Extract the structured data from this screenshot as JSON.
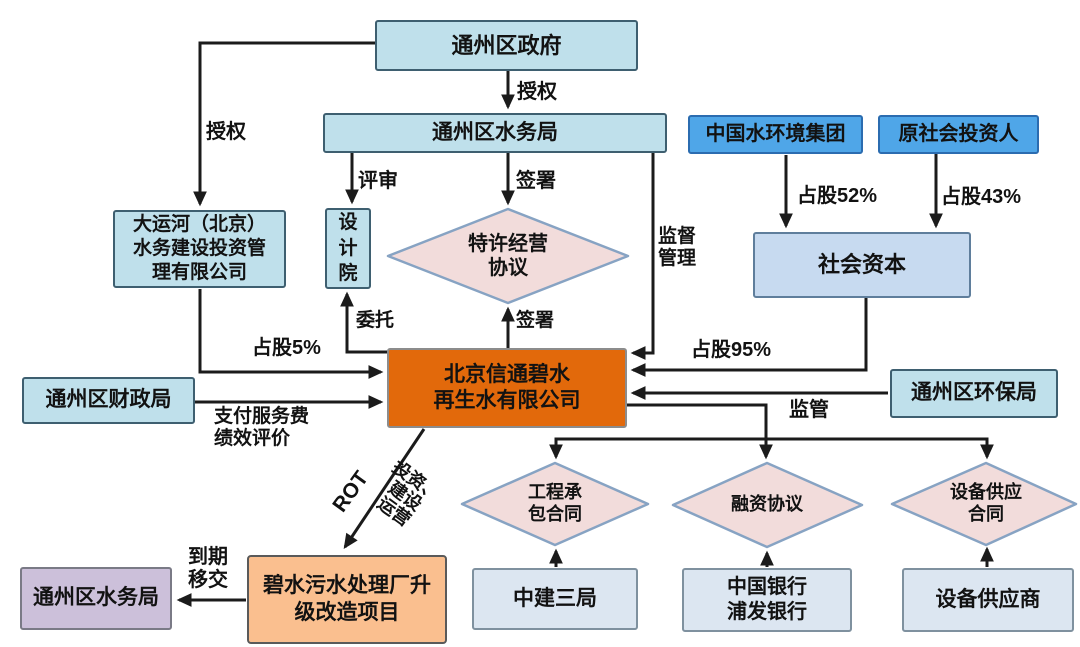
{
  "nodes": {
    "gov": {
      "label": "通州区政府"
    },
    "water_bureau": {
      "label": "通州区水务局"
    },
    "canal": {
      "label": "大运河（北京）\n水务建设投资管\n理有限公司"
    },
    "design": {
      "label": "设\n计\n院"
    },
    "cwe": {
      "label": "中国水环境集团"
    },
    "investor": {
      "label": "原社会投资人"
    },
    "social": {
      "label": "社会资本"
    },
    "spv": {
      "label": "北京信通碧水\n再生水有限公司"
    },
    "finance": {
      "label": "通州区财政局"
    },
    "epb": {
      "label": "通州区环保局"
    },
    "franchise": {
      "label": "特许经营\n协议"
    },
    "epc": {
      "label": "工程承\n包合同"
    },
    "loan": {
      "label": "融资协议"
    },
    "supply": {
      "label": "设备供应\n合同"
    },
    "ccteb": {
      "label": "中建三局"
    },
    "banks": {
      "label": "中国银行\n浦发银行"
    },
    "supplier": {
      "label": "设备供应商"
    },
    "bishui": {
      "label": "碧水污水处理厂升\n级改造项目"
    },
    "water_bureau2": {
      "label": "通州区水务局"
    }
  },
  "labels": {
    "authorize_left": "授权",
    "authorize_mid": "授权",
    "review": "评审",
    "sign_top": "签署",
    "supervise": "监督\n管理",
    "entrust": "委托",
    "share5": "占股5%",
    "pay_fee": "支付服务费\n绩效评价",
    "sign_bottom": "签署",
    "share52": "占股52%",
    "share43": "占股43%",
    "share95": "占股95%",
    "regulate": "监管",
    "rot": "ROT",
    "invest": "投资、\n建设\n运营",
    "transfer": "到期\n移交"
  },
  "colors": {
    "teal_fill": "#BFE0EB",
    "teal_border": "#3E5F70",
    "bright_blue_fill": "#4FA6E8",
    "bright_blue_border": "#2B6CB0",
    "periwinkle_fill": "#C7DAF0",
    "pale_fill": "#DCE6F1",
    "pink_fill": "#F2DCDB",
    "pink_border": "#87A3C3",
    "orange_fill": "#E2690B",
    "light_orange_fill": "#FABF8F",
    "purple_fill": "#CCC0DA",
    "arrow": "#1B1B1B"
  }
}
